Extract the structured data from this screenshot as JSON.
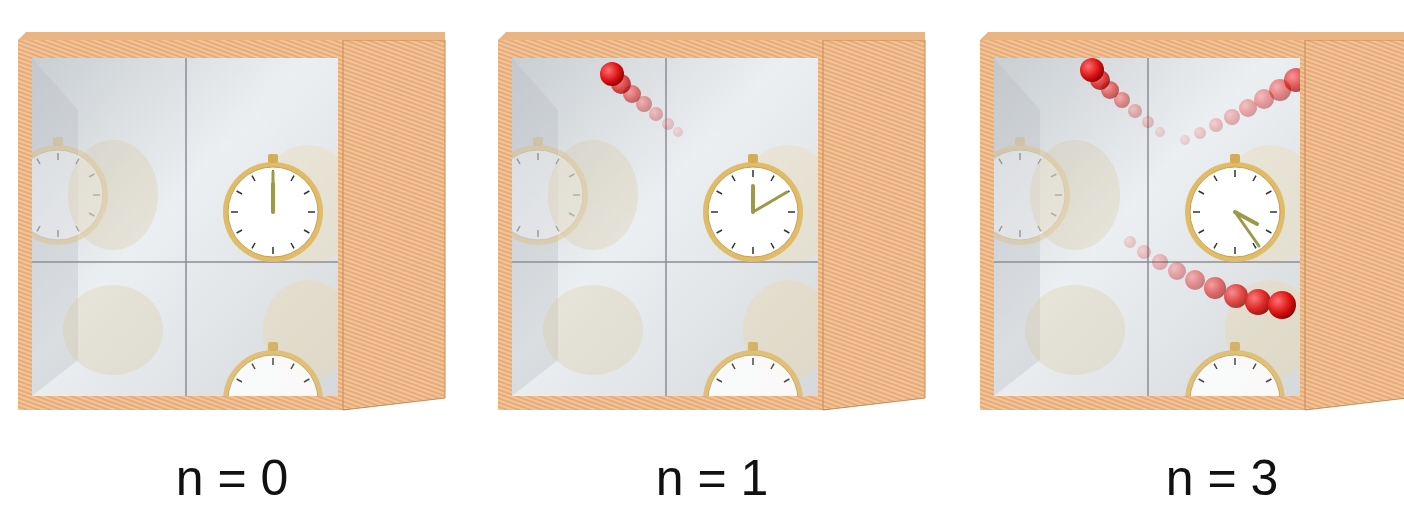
{
  "diagram": {
    "labels": [
      "n = 0",
      "n = 1",
      "n = 3"
    ]
  }
}
